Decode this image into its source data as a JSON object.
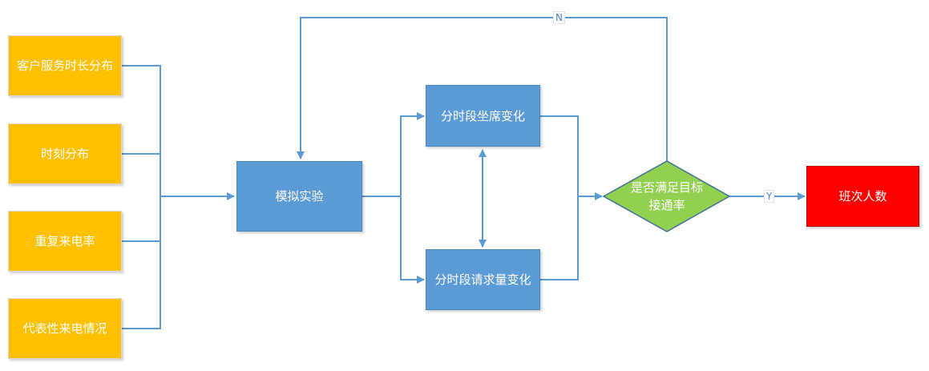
{
  "inputs": [
    {
      "label": "客户服务时长分布"
    },
    {
      "label": "时刻分布"
    },
    {
      "label": "重复来电率"
    },
    {
      "label": "代表性来电情况"
    }
  ],
  "simulation": {
    "label": "模拟实验"
  },
  "branches": {
    "top": "分时段坐席变化",
    "bottom": "分时段请求量变化"
  },
  "decision": {
    "label": "是否满足目标接通率",
    "line1": "是否满足目标",
    "line2": "接通率"
  },
  "edges": {
    "no_label": "N",
    "yes_label": "Y"
  },
  "result": {
    "label": "班次人数"
  },
  "colors": {
    "input": "#ffc000",
    "process": "#5b9bd5",
    "decision": "#92d050",
    "result": "#ff0000",
    "connector": "#5b9bd5"
  }
}
